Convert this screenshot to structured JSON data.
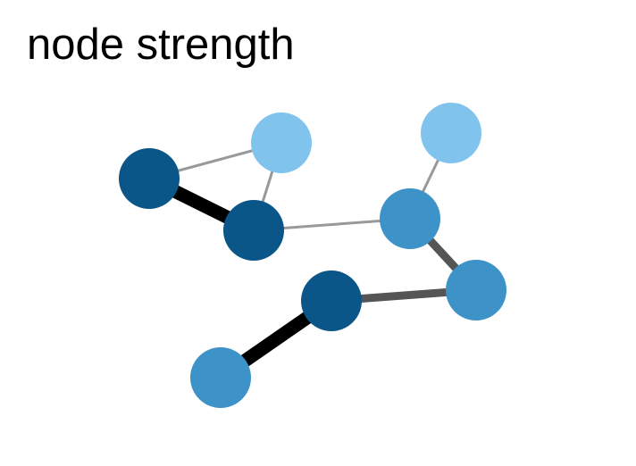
{
  "title": "node strength",
  "colors": {
    "node_dark": "#0b5689",
    "node_medium": "#3d92c8",
    "node_light": "#80c4ee",
    "edge_strong": "#000000",
    "edge_medium": "#555555",
    "edge_weak": "#999999"
  },
  "graph": {
    "nodes": [
      {
        "id": "n1",
        "strength": "high"
      },
      {
        "id": "n2",
        "strength": "low"
      },
      {
        "id": "n3",
        "strength": "high"
      },
      {
        "id": "n4",
        "strength": "low"
      },
      {
        "id": "n5",
        "strength": "medium"
      },
      {
        "id": "n6",
        "strength": "medium"
      },
      {
        "id": "n7",
        "strength": "high"
      },
      {
        "id": "n8",
        "strength": "medium"
      }
    ],
    "edges": [
      {
        "source": "n1",
        "target": "n2",
        "weight": "weak"
      },
      {
        "source": "n1",
        "target": "n3",
        "weight": "strong"
      },
      {
        "source": "n2",
        "target": "n3",
        "weight": "weak"
      },
      {
        "source": "n3",
        "target": "n5",
        "weight": "weak"
      },
      {
        "source": "n4",
        "target": "n5",
        "weight": "weak"
      },
      {
        "source": "n5",
        "target": "n6",
        "weight": "medium"
      },
      {
        "source": "n7",
        "target": "n6",
        "weight": "medium"
      },
      {
        "source": "n7",
        "target": "n8",
        "weight": "strong"
      }
    ]
  }
}
